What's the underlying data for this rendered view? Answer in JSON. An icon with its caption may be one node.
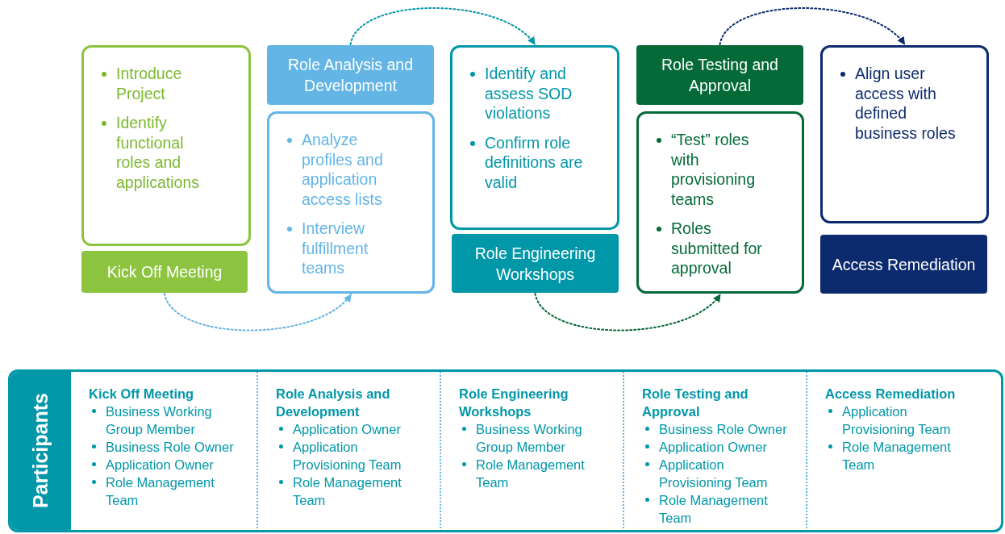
{
  "diagram": {
    "nodes": [
      {
        "text": [
          "Introduce Project",
          "Identify functional roles and applications"
        ]
      },
      {
        "text": [
          "Kick Off Meeting"
        ]
      },
      {
        "text": [
          "Role Analysis and Development"
        ]
      },
      {
        "text": [
          "Analyze profiles and application access lists",
          "Interview fulfillment teams"
        ]
      },
      {
        "text": [
          "Identify and assess SOD violations",
          "Confirm role definitions are valid"
        ]
      },
      {
        "text": [
          "Role Engineering Workshops"
        ]
      },
      {
        "text": [
          "Role Testing and Approval"
        ]
      },
      {
        "text": [
          "“Test” roles with provisioning teams",
          "Roles submitted for approval"
        ]
      },
      {
        "text": [
          "Align user access with defined business roles"
        ]
      },
      {
        "text": [
          "Access Remediation"
        ]
      },
      {
        "text": [
          "Participants"
        ]
      },
      {
        "text": [
          "Kick Off Meeting",
          "Business Working Group Member",
          "Business Role Owner",
          "Application Owner",
          "Role Management Team"
        ],
        "in": 10
      },
      {
        "text": [
          "Role Analysis and Development",
          "Application Owner",
          "Application Provisioning Team",
          "Role Management Team"
        ],
        "in": 10
      },
      {
        "text": [
          "Role Engineering Workshops",
          "Business Working Group Member",
          "Role Management Team"
        ],
        "in": 10
      },
      {
        "text": [
          "Role Testing and Approval",
          "Business Role Owner",
          "Application Owner",
          "Application Provisioning Team",
          "Role Management Team"
        ],
        "in": 10
      },
      {
        "text": [
          "Access Remediation",
          "Application Provisioning Team",
          "Role Management Team"
        ],
        "in": 10
      }
    ],
    "edges": [
      {
        "from": 1,
        "to": 3,
        "arrow": "to",
        "style": "dashed",
        "color": "#62b5e5"
      },
      {
        "from": 2,
        "to": 4,
        "arrow": "to",
        "style": "dashed",
        "color": "#0097a9"
      },
      {
        "from": 5,
        "to": 7,
        "arrow": "to",
        "style": "dashed",
        "color": "#046a38"
      },
      {
        "from": 6,
        "to": 8,
        "arrow": "to",
        "style": "dashed",
        "color": "#0c2a6e"
      }
    ]
  }
}
